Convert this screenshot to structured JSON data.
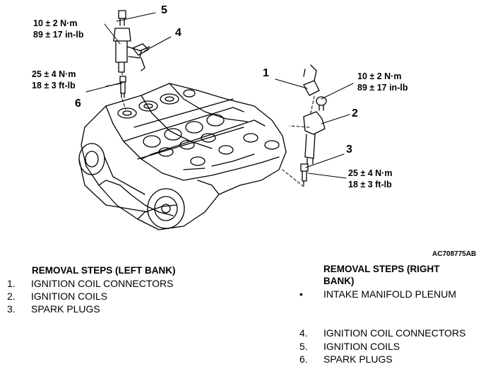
{
  "torque_specs": {
    "coil_left": {
      "metric": "10 ± 2 N·m",
      "imperial": "89 ± 17 in-lb"
    },
    "spark_left": {
      "metric": "25 ± 4 N·m",
      "imperial": "18 ± 3 ft-lb"
    },
    "coil_right": {
      "metric": "10 ± 2 N·m",
      "imperial": "89 ± 17 in-lb"
    },
    "spark_right": {
      "metric": "25 ± 4 N·m",
      "imperial": "18 ± 3 ft-lb"
    }
  },
  "callouts": {
    "c1": "1",
    "c2": "2",
    "c3": "3",
    "c4": "4",
    "c5": "5",
    "c6": "6"
  },
  "figure_code": "AC708775AB",
  "left_bank": {
    "heading": "REMOVAL STEPS (LEFT BANK)",
    "steps": [
      {
        "num": "1.",
        "text": "IGNITION COIL CONNECTORS"
      },
      {
        "num": "2.",
        "text": "IGNITION COILS"
      },
      {
        "num": "3.",
        "text": "SPARK PLUGS"
      }
    ]
  },
  "right_bank": {
    "heading_line1": "REMOVAL STEPS (RIGHT",
    "heading_line2": "BANK)",
    "prereq": {
      "bullet": "•",
      "text": "INTAKE MANIFOLD PLENUM"
    },
    "steps": [
      {
        "num": "4.",
        "text": "IGNITION COIL CONNECTORS"
      },
      {
        "num": "5.",
        "text": "IGNITION COILS"
      },
      {
        "num": "6.",
        "text": "SPARK PLUGS"
      }
    ]
  }
}
